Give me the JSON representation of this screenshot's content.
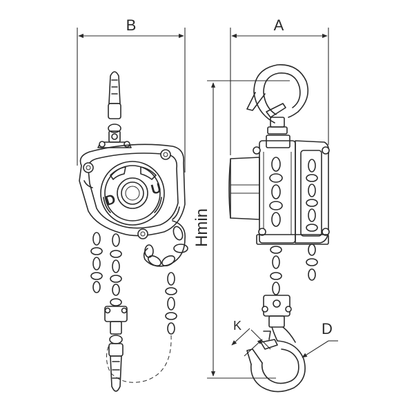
{
  "dimensions": {
    "a": "A",
    "b": "B",
    "d": "D",
    "k": "K",
    "hmin": "Hmin"
  },
  "wheel_markings": {
    "down": "D",
    "up": "U"
  }
}
